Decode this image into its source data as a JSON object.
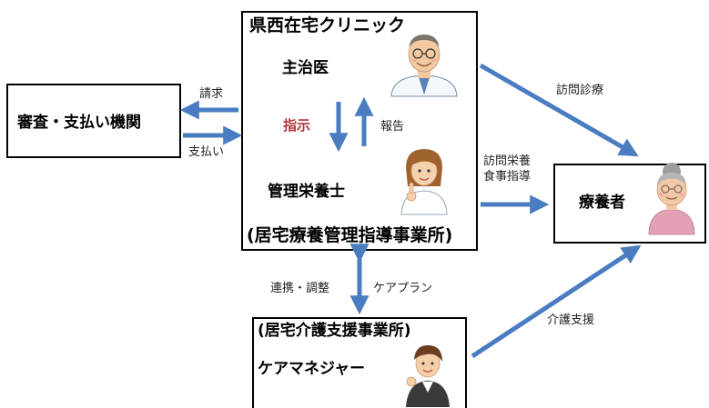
{
  "colors": {
    "arrow": "#4a7cc1",
    "instruction_text": "#b5333a",
    "box_border": "#000000"
  },
  "clinic": {
    "title": "県西在宅クリニック",
    "doctor": "主治医",
    "instruction": "指示",
    "report": "報告",
    "dietitian": "管理栄養士",
    "office": "(居宅療養管理指導事業所)"
  },
  "insurer": {
    "label": "審査・支払い機関",
    "claim": "請求",
    "payment": "支払い"
  },
  "patient": {
    "label": "療養者",
    "home_visit": "訪問診療",
    "nutrition_line1": "訪問栄養",
    "nutrition_line2": "食事指導",
    "care_support": "介護支援"
  },
  "care": {
    "title": "(居宅介護支援事業所)",
    "manager": "ケアマネジャー",
    "coordination": "連携・調整",
    "care_plan": "ケアプラン"
  },
  "icons": {
    "doctor": "doctor-illustration",
    "dietitian": "dietitian-illustration",
    "patient": "elderly-woman-illustration",
    "care_manager": "care-manager-illustration"
  }
}
